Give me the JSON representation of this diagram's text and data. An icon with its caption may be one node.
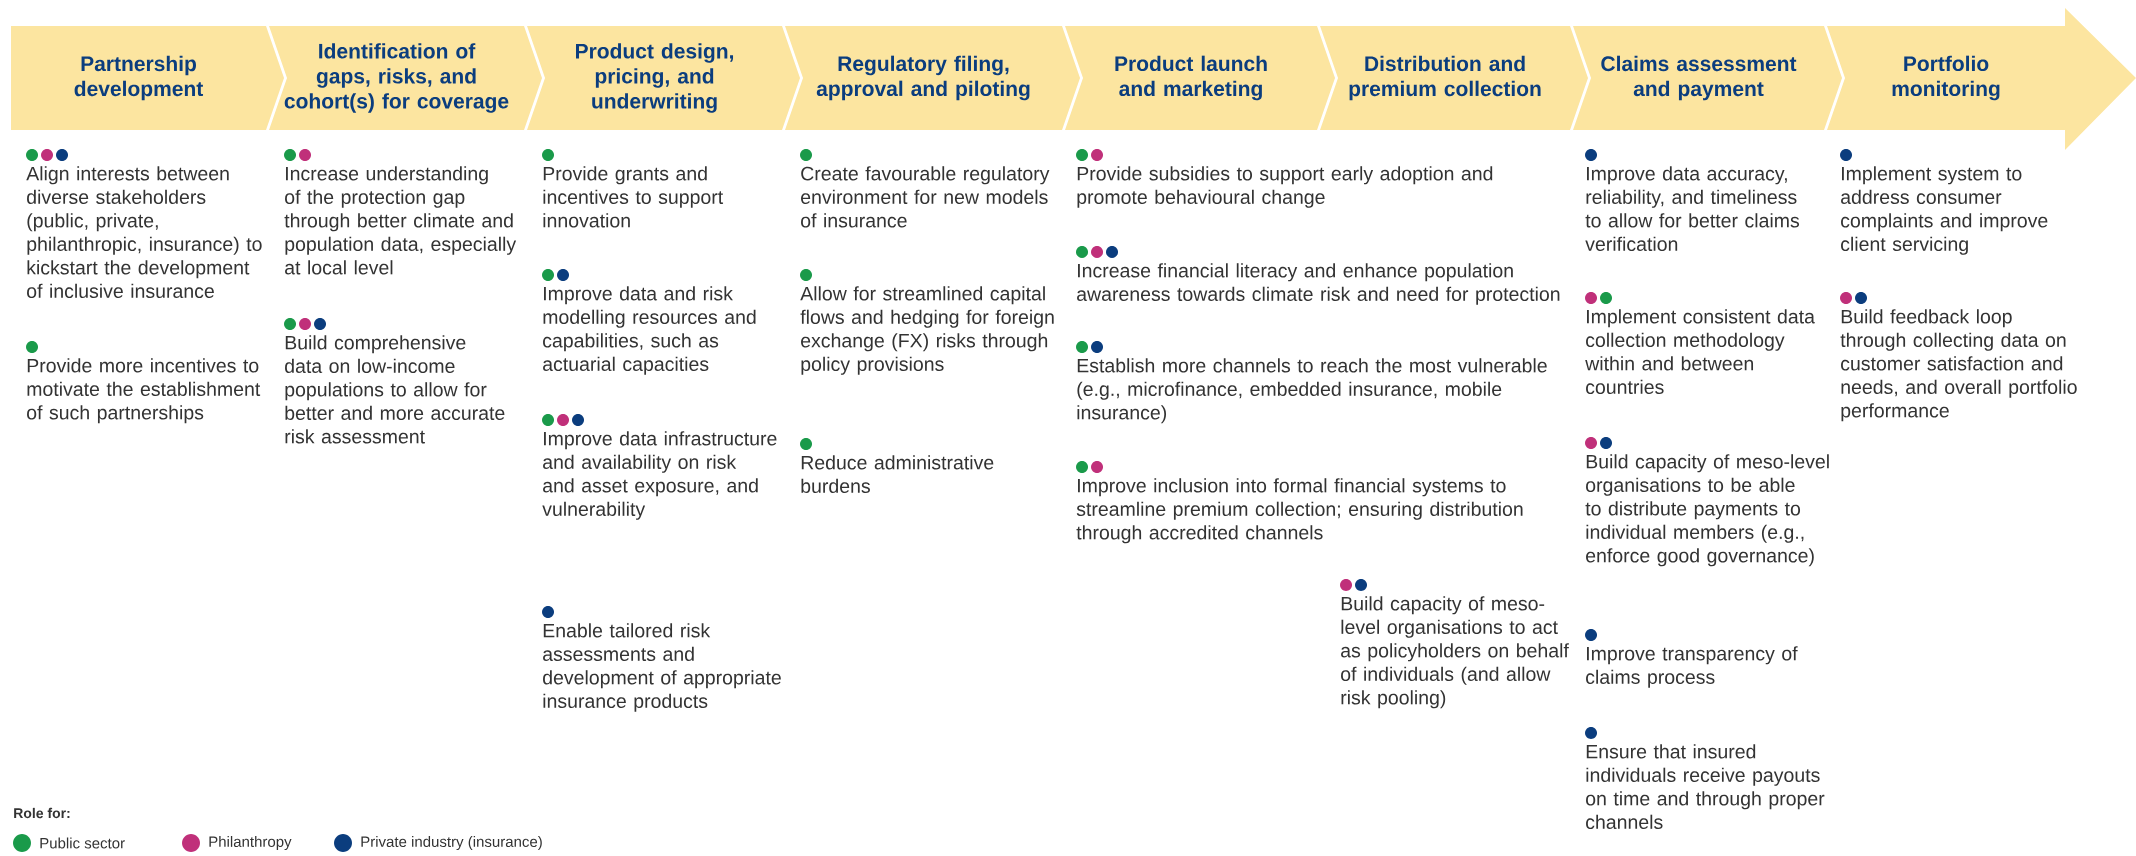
{
  "diagram": {
    "nodes": [
      {
        "text": [
          "Partnership development"
        ]
      },
      {
        "text": [
          "Identification of gaps, risks, and cohort(s) for coverage"
        ]
      },
      {
        "text": [
          "Product design, pricing, and underwriting"
        ]
      },
      {
        "text": [
          "Regulatory filing, approval and piloting"
        ]
      },
      {
        "text": [
          "Product launch and marketing"
        ]
      },
      {
        "text": [
          "Distribution and premium collection"
        ]
      },
      {
        "text": [
          "Claims assessment and payment"
        ]
      },
      {
        "text": [
          "Portfolio monitoring"
        ]
      }
    ],
    "labels": [
      "Align interests between diverse stakeholders (public, private, philanthropic, insurance) to kickstart the development of inclusive insurance",
      "Provide more incentives to motivate the establishment of such partnerships",
      "Increase understanding of the protection gap through better climate and population data, especially at local level",
      "Build comprehensive data on low-income populations to allow for better and more accurate risk assessment",
      "Provide grants and incentives to support innovation",
      "Improve data and risk modelling resources and capabilities, such as actuarial capacities",
      "Improve data infrastructure and availability on risk and asset exposure, and vulnerability",
      "Enable tailored risk assessments and development of appropriate insurance products",
      "Create favourable regulatory environment for new models of insurance",
      "Allow for streamlined capital flows and hedging for foreign exchange (FX) risks through policy provisions",
      "Reduce administrative burdens",
      "Provide subsidies to support early adoption and promote behavioural change",
      "Increase financial literacy and enhance population awareness towards climate risk and need for protection",
      "Establish more channels to reach the most vulnerable (e.g., microfinance, embedded insurance, mobile insurance)",
      "Improve inclusion into formal financial systems to streamline premium collection; ensuring distribution through accredited channels",
      "Build capacity of meso-level organisations to act as policyholders on behalf of individuals (and allow risk pooling)",
      "Improve data accuracy, reliability, and timeliness to allow for better claims verification",
      "Implement consistent data collection methodology within and between countries",
      "Build capacity of meso-level organisations to be able to distribute payments to individual members (e.g., enforce good governance)",
      "Improve transparency of claims process",
      "Ensure that insured individuals receive payouts on time and through proper channels",
      "Implement system to address consumer complaints and improve client servicing",
      "Build feedback loop through collecting data on customer satisfaction and needs, and overall portfolio performance",
      "Role for:"
    ],
    "legend": [
      {
        "text": "Public sector",
        "color": "#1a9a4a"
      },
      {
        "text": "Philanthropy",
        "color": "#c0307a"
      },
      {
        "text": "Private industry (insurance)",
        "color": "#0b3d7e"
      }
    ]
  }
}
